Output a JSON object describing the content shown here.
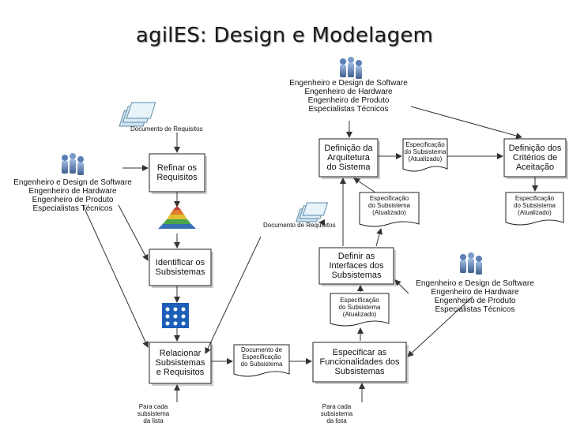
{
  "slide": {
    "title": "agilES: Design e Modelagem"
  },
  "roles_text": "Engenheiro  e Design de Software\nEngenheiro de Hardware\nEngenheiro de Produto\nEspecialistas Técnicos",
  "processes": {
    "refinar": "Refinar os\nRequisitos",
    "identificar": "Identificar os\nSubsistemas",
    "relacionar": "Relacionar\nSubsistemas\ne Requisitos",
    "definicao_arquitetura": "Definição da\nArquitetura\ndo Sistema",
    "definicao_criterios": "Definição dos\nCritérios de\nAceitação",
    "definir_interfaces": "Definir as\nInterfaces dos\nSubsistemas",
    "especificar": "Especificar as\nFuncionalidades dos\nSubsistemas"
  },
  "documents": {
    "doc_requisitos": "Documento de Requisitos",
    "spec_atualizado": "Especificação\ndo Subsistema\n(Atualizado)",
    "doc_especificacao": "Documento de\nEspecificação\ndo Subsistema"
  },
  "notes": {
    "para_cada": "Para cada\nsubsistema\nda lista"
  },
  "icons": {
    "people": "people-group-icon",
    "documents": "document-stack-icon",
    "pyramid": "pyramid-icon",
    "puzzle": "puzzle-icon"
  },
  "colors": {
    "box_border": "#222222",
    "arrow": "#333333",
    "people_blue": "#5b7fb5",
    "puzzle_blue": "#1d5fb8"
  }
}
